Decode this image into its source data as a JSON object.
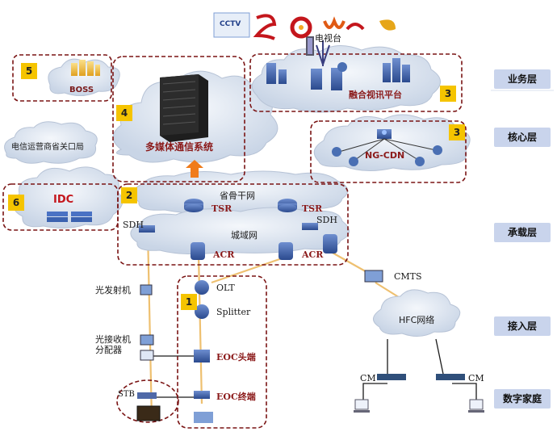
{
  "top_logos": {
    "cctv": "CCTV"
  },
  "labels": {
    "tv_station": "电视台",
    "boss": "BOSS",
    "multimedia": "多媒体通信系统",
    "fusion_platform": "融合视讯平台",
    "telecom_gateway": "电信运营商省关口局",
    "ngcdn": "NG-CDN",
    "idc": "IDC",
    "backbone": "省骨干网",
    "tsr1": "TSR",
    "tsr2": "TSR",
    "sdh_left": "SDH",
    "sdh_right": "SDH",
    "metro": "城域网",
    "acr1": "ACR",
    "acr2": "ACR",
    "cmts": "CMTS",
    "optical_tx": "光发射机",
    "optical_rx": "光接收机\n分配器",
    "olt": "OLT",
    "splitter": "Splitter",
    "eoc_head": "EOC头端",
    "eoc_term": "EOC终端",
    "stb": "STB",
    "hfc": "HFC网络",
    "cm_left": "CM",
    "cm_right": "CM"
  },
  "numbers": [
    "5",
    "4",
    "3",
    "3",
    "2",
    "6",
    "1"
  ],
  "layers": [
    "业务层",
    "核心层",
    "承载层",
    "接入层",
    "数字家庭"
  ],
  "colors": {
    "dash_box": "#7a1414",
    "cloud": "#d9e2ef",
    "layer_bg": "#c9d4ec",
    "number_bg": "#f5c400",
    "red_text": "#8b1a1a",
    "line": "#f0c060"
  }
}
